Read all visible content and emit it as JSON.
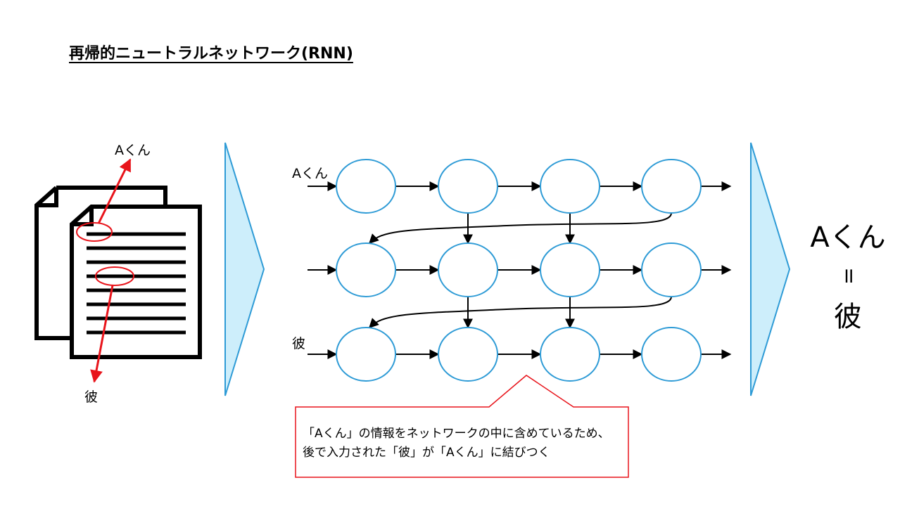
{
  "title": "再帰的ニュートラルネットワーク(RNN)",
  "document": {
    "top_label": "Aくん",
    "bottom_label": "彼"
  },
  "network": {
    "input_labels": [
      "Aくん",
      "",
      "彼"
    ],
    "rows": 3,
    "cols": 4
  },
  "result": {
    "top": "Aくん",
    "middle": "॥",
    "bottom": "彼"
  },
  "callout": {
    "line1": "「Aくん」の情報をネットワークの中に含めているため、",
    "line2": "後で入力された「彼」が「Aくん」に結びつく"
  },
  "colors": {
    "node_stroke": "#2e9bd6",
    "chevron_fill": "#cdeefb",
    "chevron_stroke": "#2e9bd6",
    "highlight": "#e8141b",
    "callout_border": "#e8141b"
  }
}
